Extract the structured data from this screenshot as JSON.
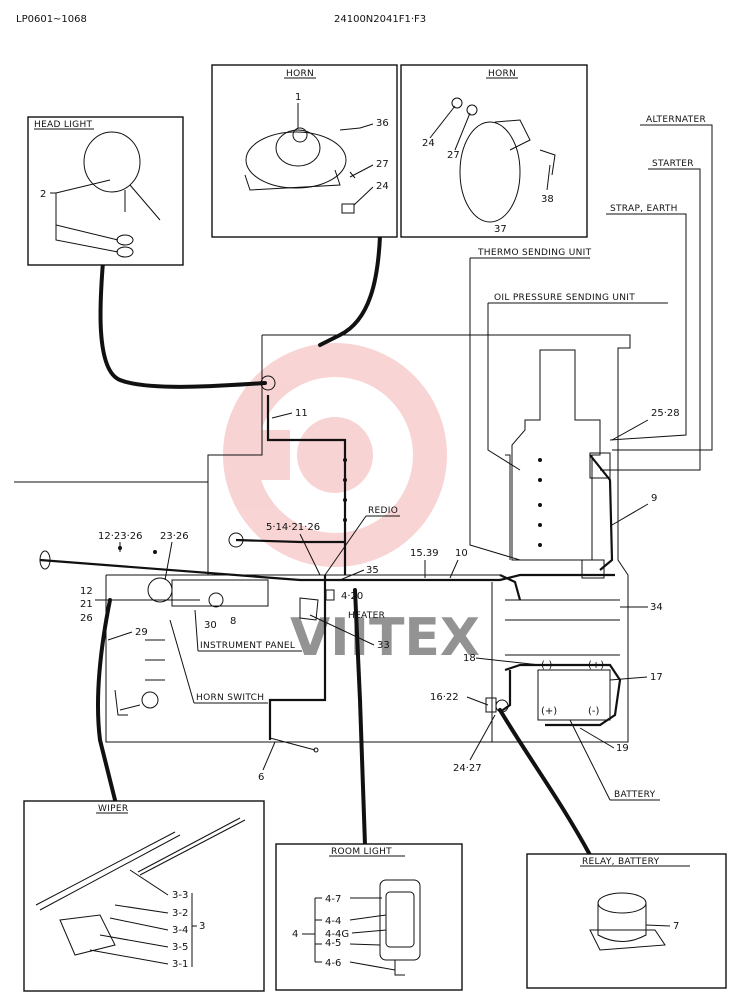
{
  "header": {
    "left_code": "LP0601~1068",
    "center_code": "24100N2041F1·F3"
  },
  "watermark": {
    "text": "VIITEX",
    "color": "#e23b3b"
  },
  "boxes": {
    "head_light": "HEAD LIGHT",
    "horn_left": "HORN",
    "horn_right": "HORN",
    "wiper": "WIPER",
    "room_light": "ROOM LIGHT",
    "relay_battery": "RELAY, BATTERY"
  },
  "callouts": {
    "alternater": "ALTERNATER",
    "starter": "STARTER",
    "strap_earth": "STRAP, EARTH",
    "thermo": "THERMO SENDING UNIT",
    "oil_pressure": "OIL PRESSURE SENDING UNIT",
    "redio": "REDIO",
    "heater": "HEATER",
    "instrument_panel": "INSTRUMENT PANEL",
    "horn_switch": "HORN SWITCH",
    "battery": "BATTERY"
  },
  "part_numbers": {
    "hl_2": "2",
    "horn_1": "1",
    "horn_36": "36",
    "horn_27a": "27",
    "horn_24a": "24",
    "horn_24b": "24",
    "horn_27b": "27",
    "horn_38": "38",
    "horn_37": "37",
    "n_25_28": "25·28",
    "n_9": "9",
    "n_11": "11",
    "n_12_23_26": "12·23·26",
    "n_23_26": "23·26",
    "n_5_14_21_26": "5·14·21·26",
    "n_15_39": "15.39",
    "n_10": "10",
    "n_35": "35",
    "n_4_20": "4·20",
    "n_34": "34",
    "n_12": "12",
    "n_21": "21",
    "n_26": "26",
    "n_30": "30",
    "n_8": "8",
    "n_33": "33",
    "n_29": "29",
    "n_18": "18",
    "n_17": "17",
    "n_16_22": "16·22",
    "n_19": "19",
    "n_24_27": "24·27",
    "n_6": "6",
    "w_3_3": "3-3",
    "w_3_2": "3-2",
    "w_3_4": "3-4",
    "w_3": "3",
    "w_3_5": "3-5",
    "w_3_1": "3-1",
    "r_4": "4",
    "r_4_7": "4-7",
    "r_4_4": "4-4",
    "r_4_4g": "4-4G",
    "r_4_5": "4-5",
    "r_4_6": "4-6",
    "relay_7": "7"
  },
  "battery_terminals": {
    "neg_left": "(-)",
    "pos_left": "(+)",
    "pos_right": "(+)",
    "neg_right": "(-)"
  }
}
